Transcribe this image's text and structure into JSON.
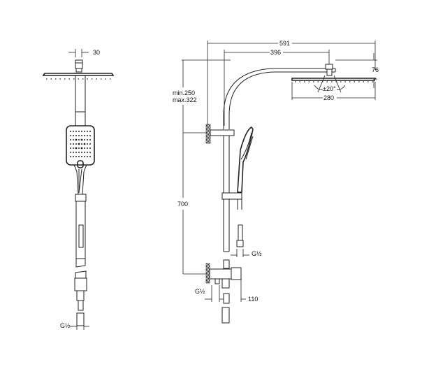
{
  "title": "Shower column technical drawing",
  "front_view": {
    "arm_width": "30",
    "thread_bottom": "G½"
  },
  "side_view": {
    "total_projection": "591",
    "arm_projection": "396",
    "head_height": "76",
    "head_diameter": "280",
    "tilt_angle": "±20°",
    "wall_bracket_min": "min.250",
    "wall_bracket_max": "max.322",
    "bracket_spacing": "700",
    "hose_thread": "G½",
    "inlet_thread": "G½",
    "mixer_projection": "110"
  },
  "colors": {
    "line": "#222222",
    "background": "#ffffff"
  }
}
